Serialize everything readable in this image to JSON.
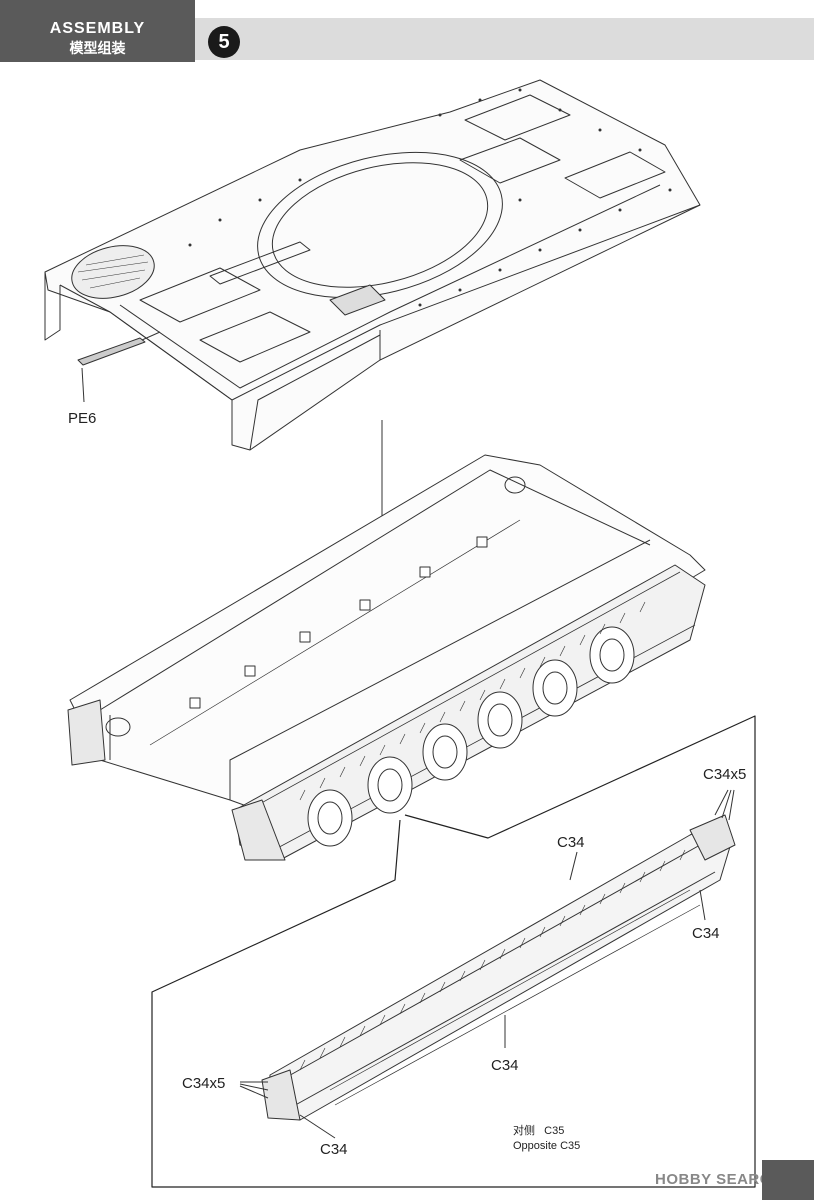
{
  "header": {
    "title_en": "ASSEMBLY",
    "title_zh": "模型组装",
    "step_number": "5",
    "colors": {
      "dark": "#5a5a5a",
      "light": "#dcdcdc"
    }
  },
  "parts": {
    "pe6": "PE6",
    "c34_x5_top": "C34x5",
    "c34_top": "C34",
    "c34_right": "C34",
    "c34_mid": "C34",
    "c34_x5_left": "C34x5",
    "c34_bottom": "C34"
  },
  "note": {
    "opposite_zh": "对侧",
    "opposite_zh_part": "C35",
    "opposite_en": "Opposite C35"
  },
  "watermark": "HOBBY SEARCH"
}
